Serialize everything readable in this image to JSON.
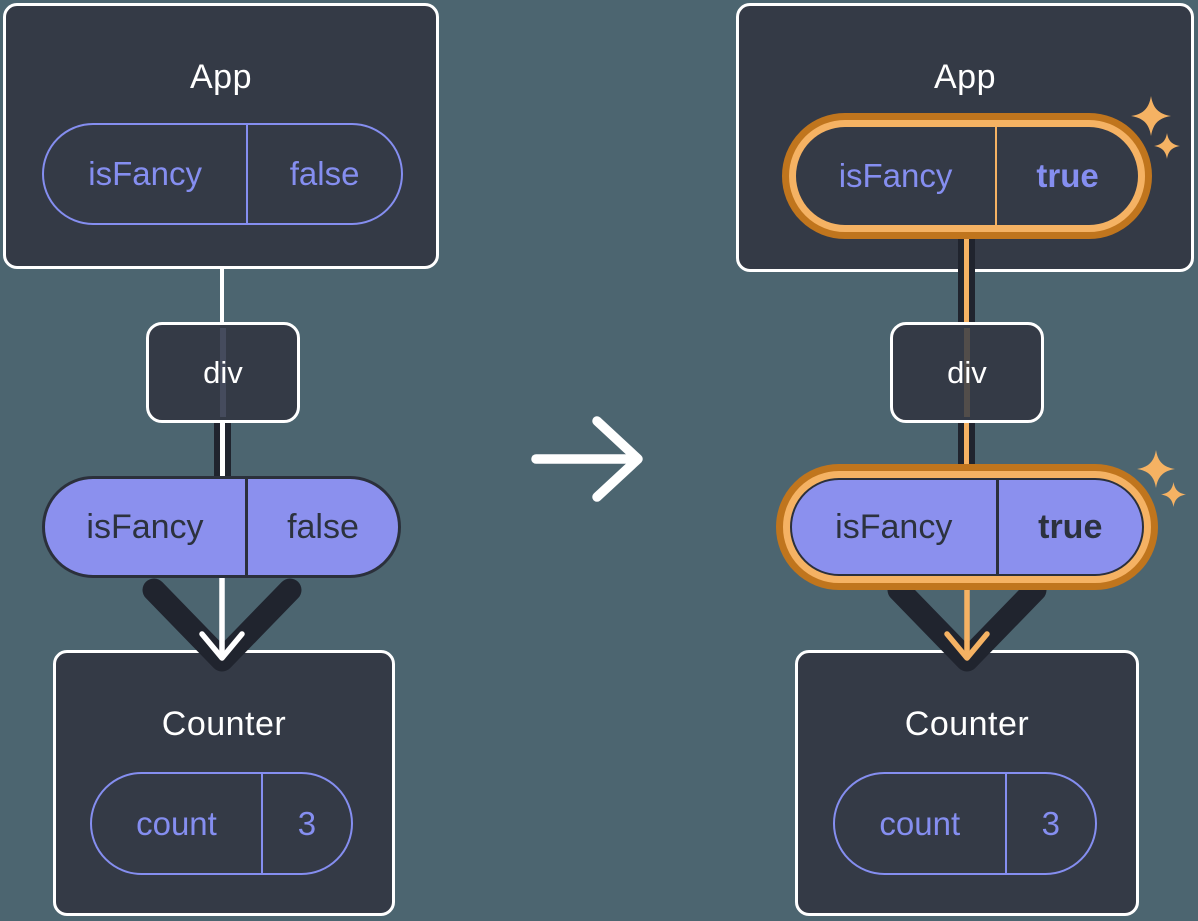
{
  "palette": {
    "background": "#4C6570",
    "box_fill": "#343A46",
    "box_border": "#FFFFFF",
    "purple": "#858EF0",
    "purple_fill": "#8B90EE",
    "pill_dark": "#2B303B",
    "dark_text": "#2C323E",
    "dark_ink": "#20242E",
    "orange_dark": "#C0751D",
    "orange_light": "#F5B263",
    "white": "#FFFFFF"
  },
  "icons": {
    "transition": "right-arrow",
    "flow": "down-chevron-arrow",
    "sparkle": "four-point-star"
  },
  "before": {
    "app": {
      "title": "App",
      "prop_name": "isFancy",
      "prop_value": "false"
    },
    "container": {
      "label": "div"
    },
    "passed_prop": {
      "name": "isFancy",
      "value": "false"
    },
    "counter": {
      "title": "Counter",
      "state_name": "count",
      "state_value": "3"
    }
  },
  "after": {
    "app": {
      "title": "App",
      "prop_name": "isFancy",
      "prop_value": "true"
    },
    "container": {
      "label": "div"
    },
    "passed_prop": {
      "name": "isFancy",
      "value": "true"
    },
    "counter": {
      "title": "Counter",
      "state_name": "count",
      "state_value": "3"
    }
  }
}
